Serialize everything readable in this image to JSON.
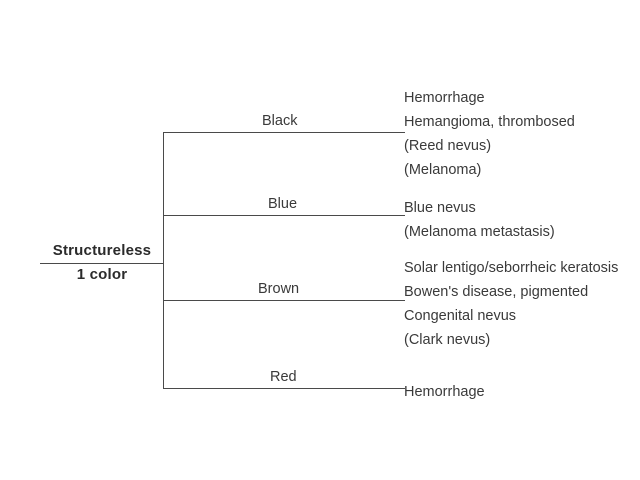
{
  "diagram": {
    "type": "decision-tree",
    "title": "Structureless 1 color",
    "root": {
      "line1": "Structureless",
      "line2": "1 color"
    },
    "branches": [
      {
        "label": "Black",
        "items": [
          "Hemorrhage",
          "Hemangioma, thrombosed",
          "(Reed nevus)",
          "(Melanoma)"
        ]
      },
      {
        "label": "Blue",
        "items": [
          "Blue nevus",
          "(Melanoma metastasis)"
        ]
      },
      {
        "label": "Brown",
        "items": [
          "Solar lentigo/seborrheic keratosis",
          "Bowen's disease, pigmented",
          "Congenital nevus",
          "(Clark nevus)"
        ]
      },
      {
        "label": "Red",
        "items": [
          "Hemorrhage"
        ]
      }
    ]
  },
  "style": {
    "line_color": "#4a4a4a",
    "text_color": "#3a3a3a",
    "background": "#ffffff"
  }
}
